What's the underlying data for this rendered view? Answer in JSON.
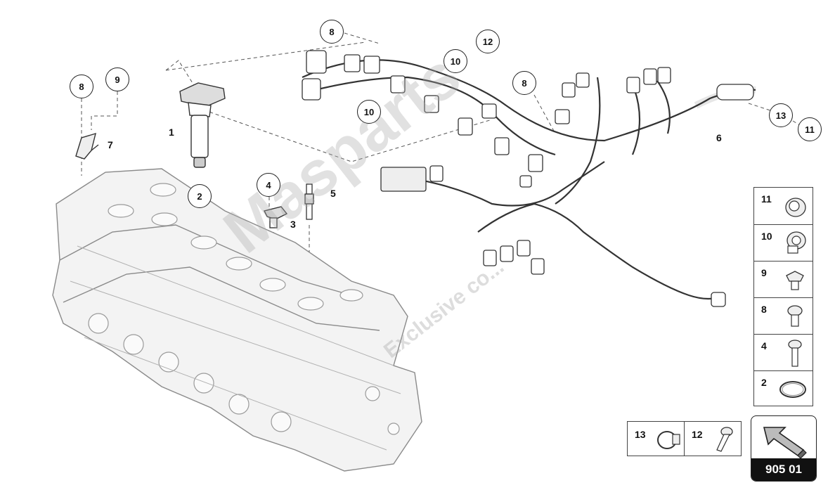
{
  "diagram": {
    "callouts": [
      {
        "id": "c8a",
        "text": "8"
      },
      {
        "id": "c9",
        "text": "9"
      },
      {
        "id": "c2",
        "text": "2"
      },
      {
        "id": "c4",
        "text": "4"
      },
      {
        "id": "c8b",
        "text": "8"
      },
      {
        "id": "c10a",
        "text": "10"
      },
      {
        "id": "c12",
        "text": "12"
      },
      {
        "id": "c10b",
        "text": "10"
      },
      {
        "id": "c8c",
        "text": "8"
      },
      {
        "id": "c13",
        "text": "13"
      },
      {
        "id": "c11",
        "text": "11"
      }
    ],
    "part_labels": [
      {
        "id": "p1",
        "text": "1"
      },
      {
        "id": "p7",
        "text": "7"
      },
      {
        "id": "p5",
        "text": "5"
      },
      {
        "id": "p3",
        "text": "3"
      },
      {
        "id": "p6",
        "text": "6"
      }
    ],
    "legend_column": [
      "11",
      "10",
      "9",
      "8",
      "4",
      "2"
    ],
    "legend_bottom": [
      "13",
      "12"
    ],
    "reference_code": "905 01",
    "watermark": "Masparts",
    "watermark_sub": "Exclusive co..."
  }
}
